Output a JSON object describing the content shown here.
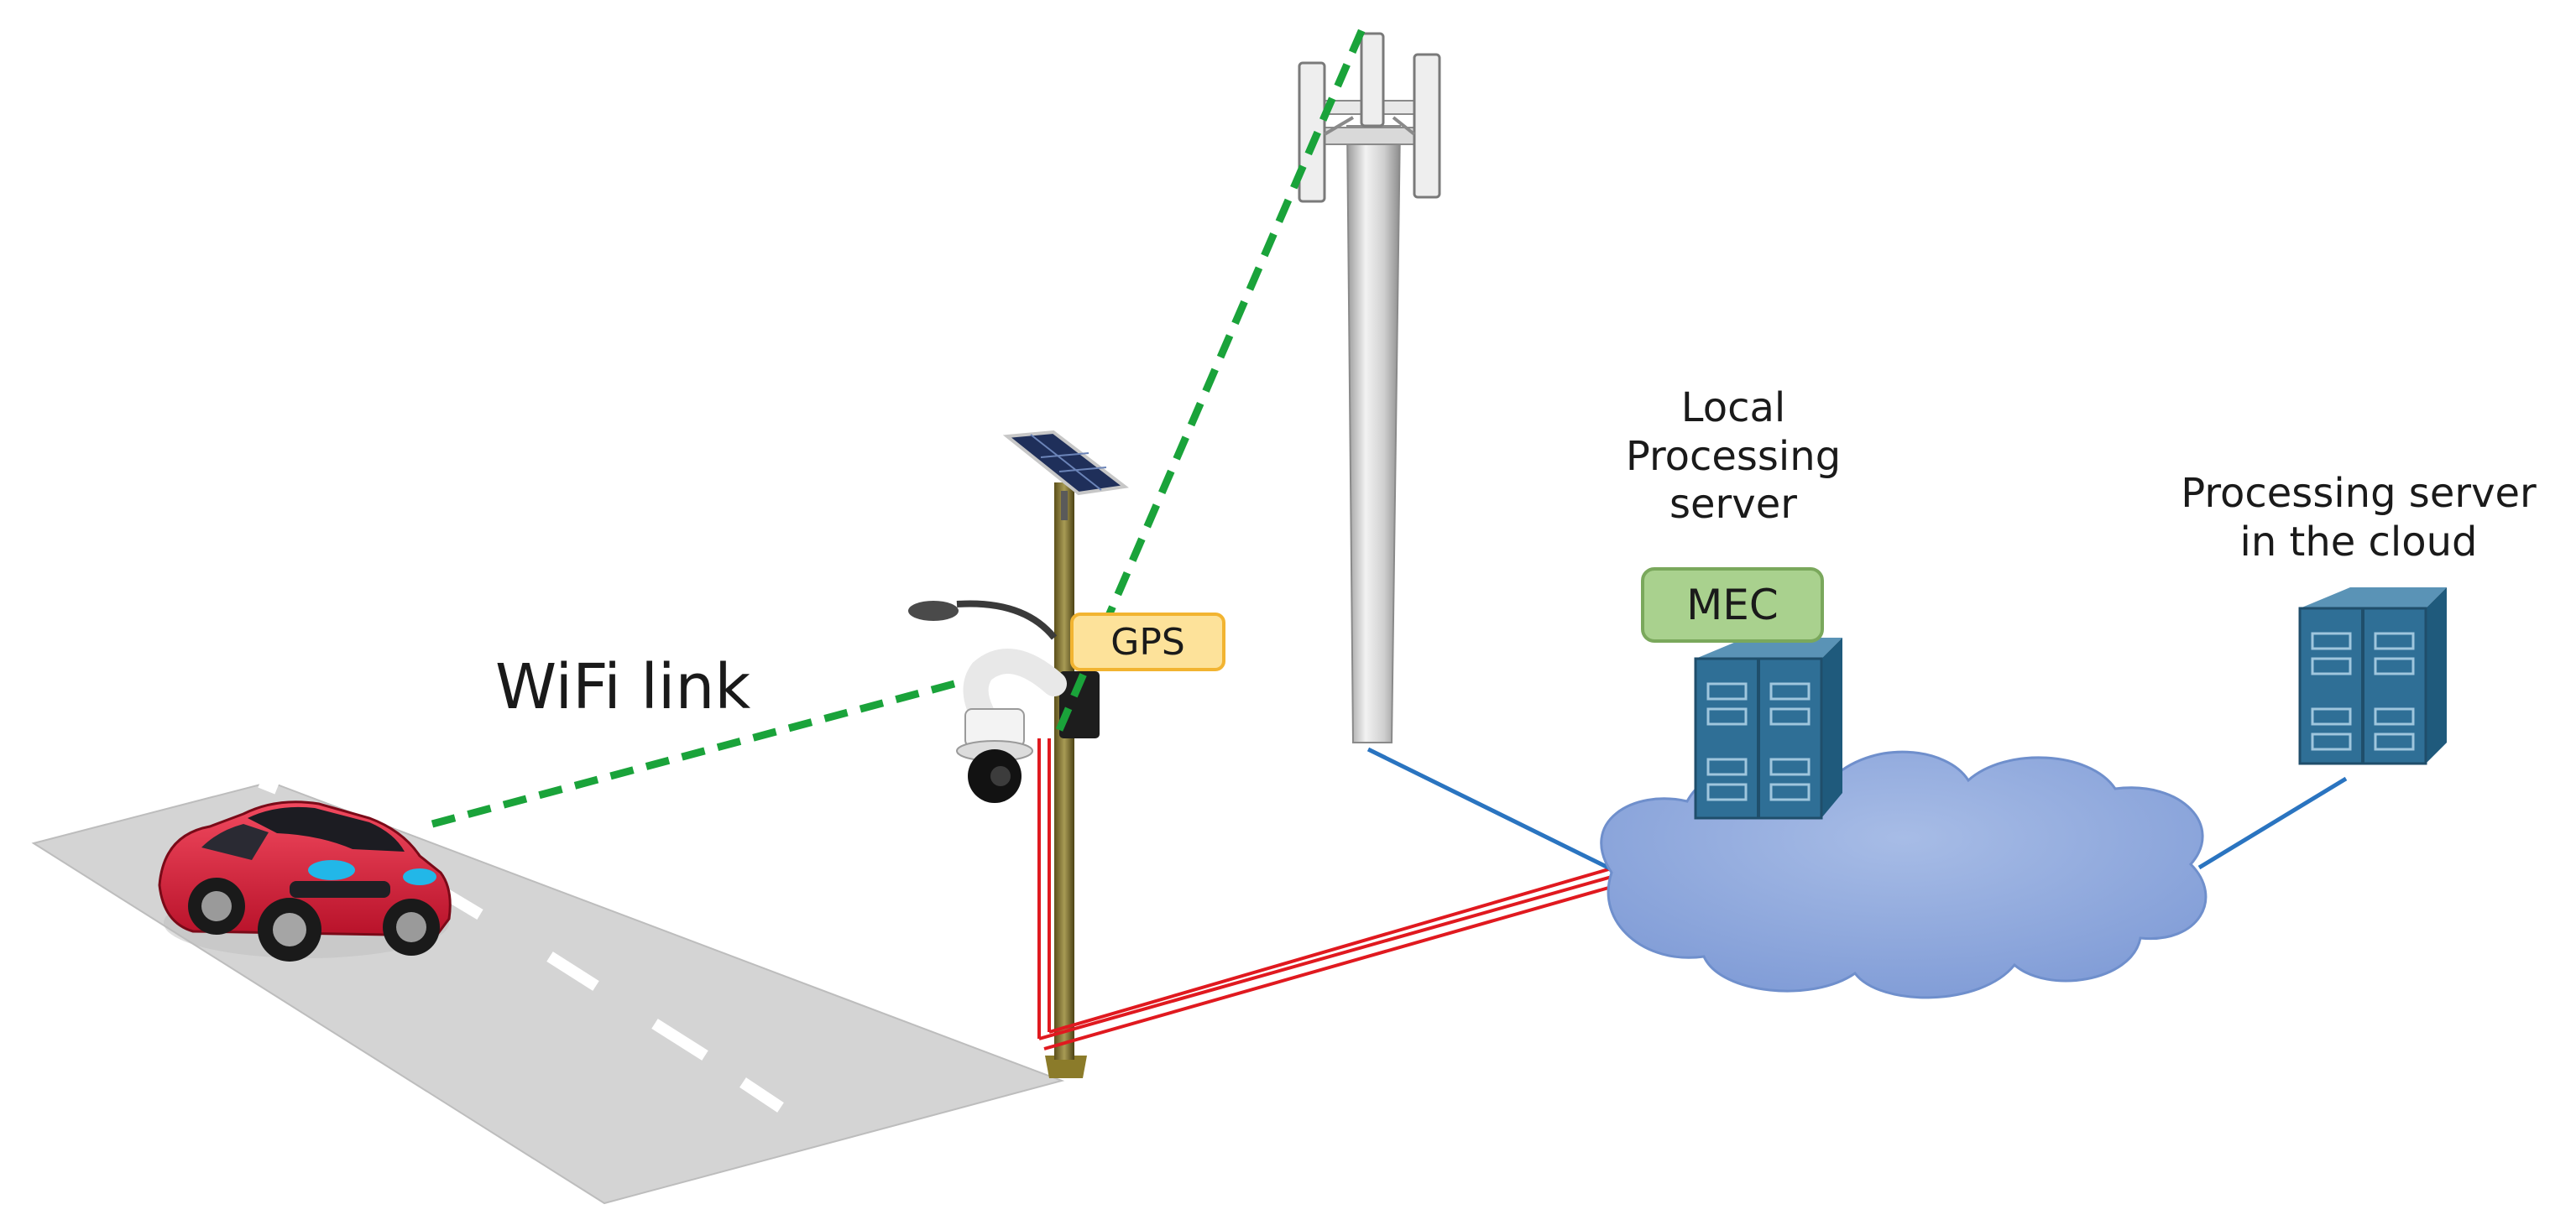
{
  "labels": {
    "wifi_link": "WiFi link",
    "gps": "GPS",
    "local_server": [
      "Local",
      "Processing",
      "server"
    ],
    "mec": "MEC",
    "cloud_server": [
      "Processing server",
      "in the cloud"
    ]
  },
  "colors": {
    "wireless_link": "#1aa33a",
    "fiber_link": "#e0191f",
    "network_link": "#2a74c0",
    "cloud_fill": "#8ea8d9",
    "cloud_stroke": "#6f8fcc",
    "server_fill": "#2f6f96",
    "gps_tag_fill": "#fde29a",
    "gps_tag_border": "#f2b431",
    "mec_tag_fill": "#a9d18e",
    "mec_tag_border": "#7aa85c",
    "road_fill": "#d4d4d4",
    "car_body": "#e2203a"
  },
  "icons": [
    "car-icon",
    "cell-tower-icon",
    "solar-panel-icon",
    "street-lamp-icon",
    "dome-camera-icon",
    "server-rack-icon",
    "cloud-icon"
  ]
}
